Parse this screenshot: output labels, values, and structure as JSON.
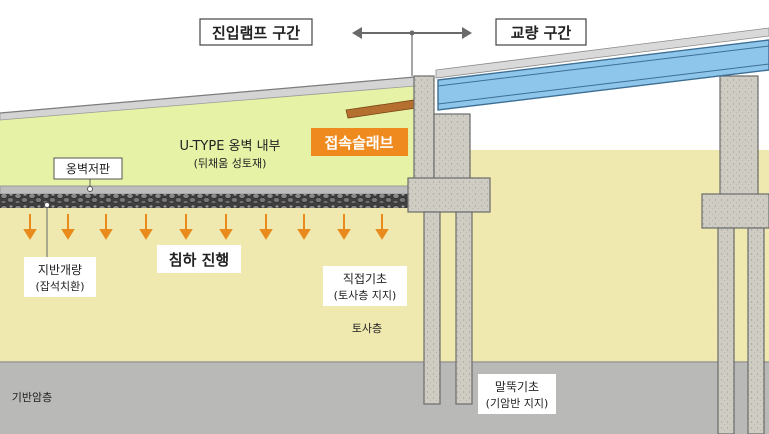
{
  "sections": {
    "ramp": "진입램프 구간",
    "bridge": "교량 구간"
  },
  "labels": {
    "approach_slab": "접속슬래브",
    "utype_title": "U-TYPE 옹벽 내부",
    "utype_sub": "(뒤채움 성토재)",
    "wall_base": "옹벽저판",
    "settlement": "침하 진행",
    "ground_improve_title": "지반개량",
    "ground_improve_sub": "(잡석치환)",
    "direct_found_title": "직접기초",
    "direct_found_sub": "(토사층 지지)",
    "soil_layer": "토사층",
    "pile_found_title": "말뚝기초",
    "pile_found_sub": "(기암반 지지)",
    "bedrock": "기반암층"
  },
  "colors": {
    "soil": "#efe9b0",
    "bedrock": "#b9b9b7",
    "fill": "#e6f2a6",
    "arrow": "#e98a1c",
    "slab_label_bg": "#ee8a1e",
    "girder": "#8ec5ea",
    "concrete": "#c9c6be"
  },
  "icons": {
    "direction_arrow": "double-headed-arrow"
  }
}
